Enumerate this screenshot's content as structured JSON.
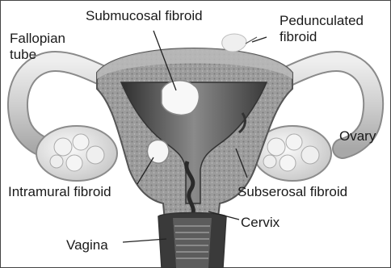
{
  "labels": {
    "submucosal": "Submucosal fibroid",
    "pedunculated_line1": "Pedunculated",
    "pedunculated_line2": "fibroid",
    "fallopian_line1": "Fallopian",
    "fallopian_line2": "tube",
    "ovary": "Ovary",
    "intramural": "Intramural fibroid",
    "subserosal": "Subserosal fibroid",
    "cervix": "Cervix",
    "vagina": "Vagina"
  },
  "colors": {
    "tissue": "#9a9a9a",
    "tube": "#d6d6d6",
    "ovary": "#e2e2e2",
    "cavity": "#4a4a4a",
    "fibroid": "#f7f7f7",
    "outline": "#555555"
  }
}
